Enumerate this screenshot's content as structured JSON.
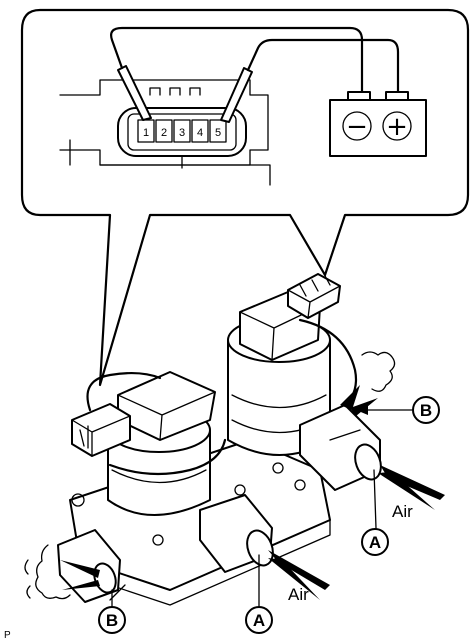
{
  "connector": {
    "pins": [
      "1",
      "2",
      "3",
      "4",
      "5"
    ]
  },
  "battery": {
    "negative_symbol": "−",
    "positive_symbol": "+"
  },
  "labels": {
    "air_right": "Air",
    "air_bottom": "Air",
    "callout_a_right": "A",
    "callout_a_bottom": "A",
    "callout_b_right": "B",
    "callout_b_left": "B",
    "figure_mark": "P"
  }
}
